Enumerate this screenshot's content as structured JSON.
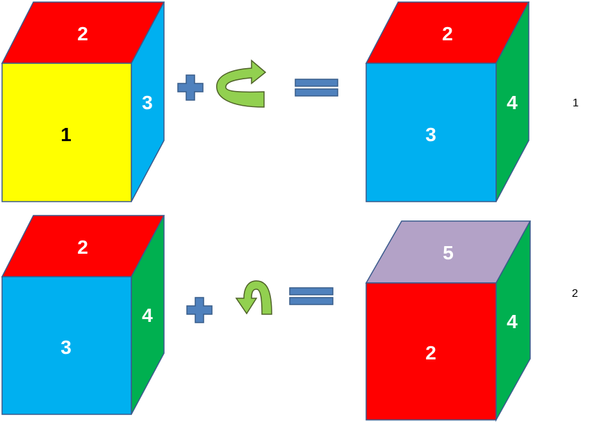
{
  "colors": {
    "yellow": "#ffff00",
    "red": "#ff0000",
    "blue": "#00b0f0",
    "green": "#00b050",
    "lavender": "#b3a2c7",
    "operator_fill": "#4f81bd",
    "operator_stroke": "#385d8a",
    "arrow_fill": "#92d050",
    "arrow_stroke": "#4f6228",
    "edge_stroke": "#3a5a8c"
  },
  "rows": [
    {
      "number": "1",
      "before_cube": {
        "top": {
          "label": "2",
          "color": "red",
          "text_color": "#ffffff"
        },
        "front": {
          "label": "1",
          "color": "yellow",
          "text_color": "#000000"
        },
        "side": {
          "label": "3",
          "color": "blue",
          "text_color": "#ffffff"
        }
      },
      "operator": "plus",
      "rotation": "curved-arrow-horizontal-icon",
      "equals": "equals",
      "after_cube": {
        "top": {
          "label": "2",
          "color": "red",
          "text_color": "#ffffff"
        },
        "front": {
          "label": "3",
          "color": "blue",
          "text_color": "#ffffff"
        },
        "side": {
          "label": "4",
          "color": "green",
          "text_color": "#ffffff"
        }
      }
    },
    {
      "number": "2",
      "before_cube": {
        "top": {
          "label": "2",
          "color": "red",
          "text_color": "#ffffff"
        },
        "front": {
          "label": "3",
          "color": "blue",
          "text_color": "#ffffff"
        },
        "side": {
          "label": "4",
          "color": "green",
          "text_color": "#ffffff"
        }
      },
      "operator": "plus",
      "rotation": "curved-arrow-vertical-icon",
      "equals": "equals",
      "after_cube": {
        "top": {
          "label": "5",
          "color": "lavender",
          "text_color": "#ffffff"
        },
        "front": {
          "label": "2",
          "color": "red",
          "text_color": "#ffffff"
        },
        "side": {
          "label": "4",
          "color": "green",
          "text_color": "#ffffff"
        }
      }
    }
  ]
}
